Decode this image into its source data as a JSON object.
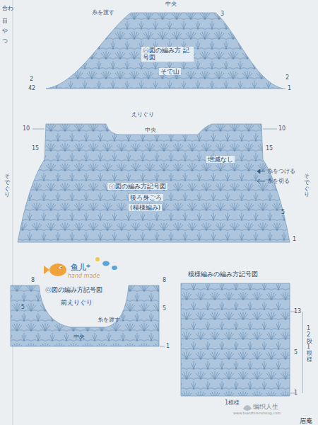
{
  "diagram": {
    "nodes": [
      {
        "text": [
          "㋩図の編み方 記号図",
          "そで山"
        ]
      },
      {
        "text": [
          "㋑図の編み方記号図",
          "後ろ身ごろ",
          "(模様編み)",
          "増減なし"
        ]
      },
      {
        "text": [
          "㋺図の編み方記号図",
          "前えりぐり"
        ]
      },
      {
        "text": [
          "模様編みの編み方記号図"
        ]
      }
    ],
    "labels": [
      "合わ",
      "目",
      "や",
      "つ",
      "中央",
      "糸を渡す",
      "3",
      "2",
      "42",
      "2",
      "1",
      "えりぐり",
      "中央",
      "10",
      "10",
      "15",
      "15",
      "5",
      "1",
      "そでぐり",
      "そでぐり",
      "8",
      "5",
      "8",
      "5",
      "糸を渡す",
      "中央",
      "1",
      "13",
      "5",
      "1",
      "12段1模様",
      "1模様",
      "鱼儿*",
      "hand made",
      "编织人生",
      "www.bianzhirensheng.com",
      "眉庵"
    ],
    "legend": [
      {
        "text": "糸をつける"
      },
      {
        "text": "糸を切る"
      }
    ]
  }
}
